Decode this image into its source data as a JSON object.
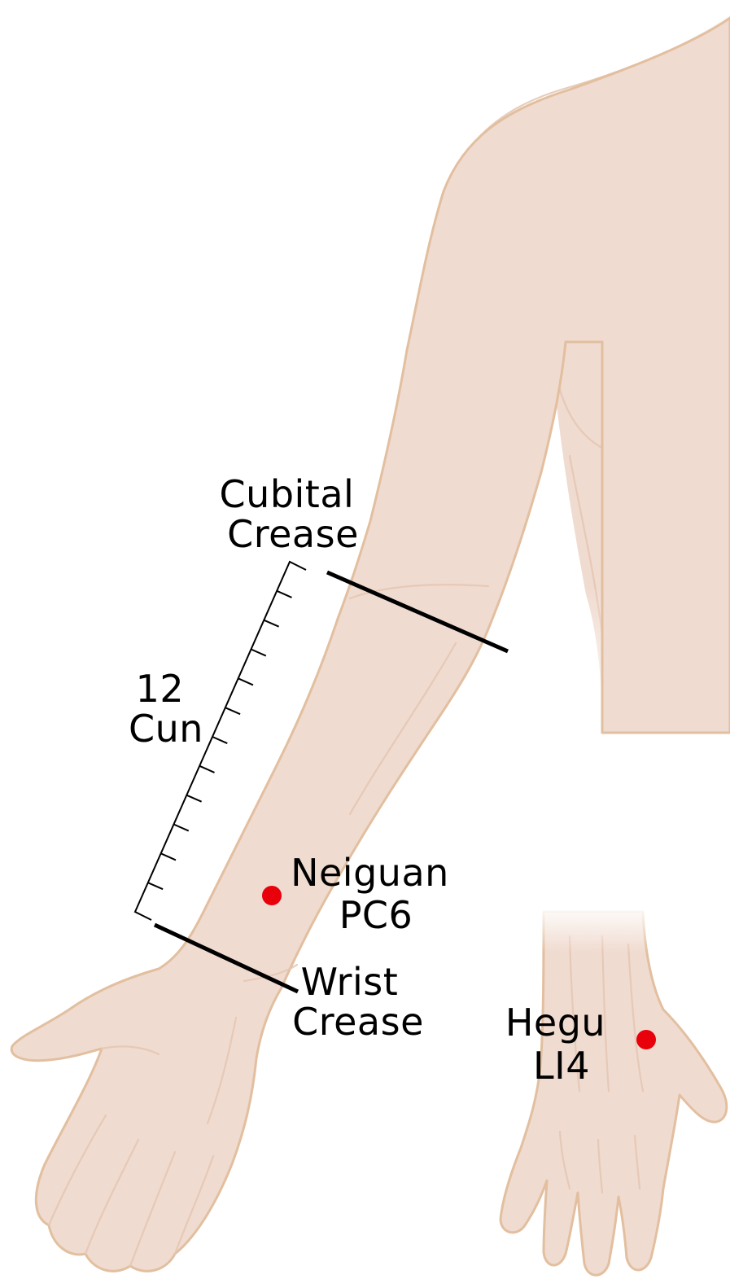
{
  "labels": {
    "cubital_crease": [
      "Cubital",
      "Crease"
    ],
    "measure": [
      "12",
      "Cun"
    ],
    "neiguan": [
      "Neiguan",
      "PC6"
    ],
    "wrist_crease": [
      "Wrist",
      "Crease"
    ],
    "hegu": [
      "Hegu",
      "LI4"
    ]
  },
  "ruler": {
    "divisions": 12
  },
  "colors": {
    "skin": "#f0dbd0",
    "skin_outline": "#e2bf9f",
    "acupoint": "#e8000b",
    "line": "#000000"
  }
}
